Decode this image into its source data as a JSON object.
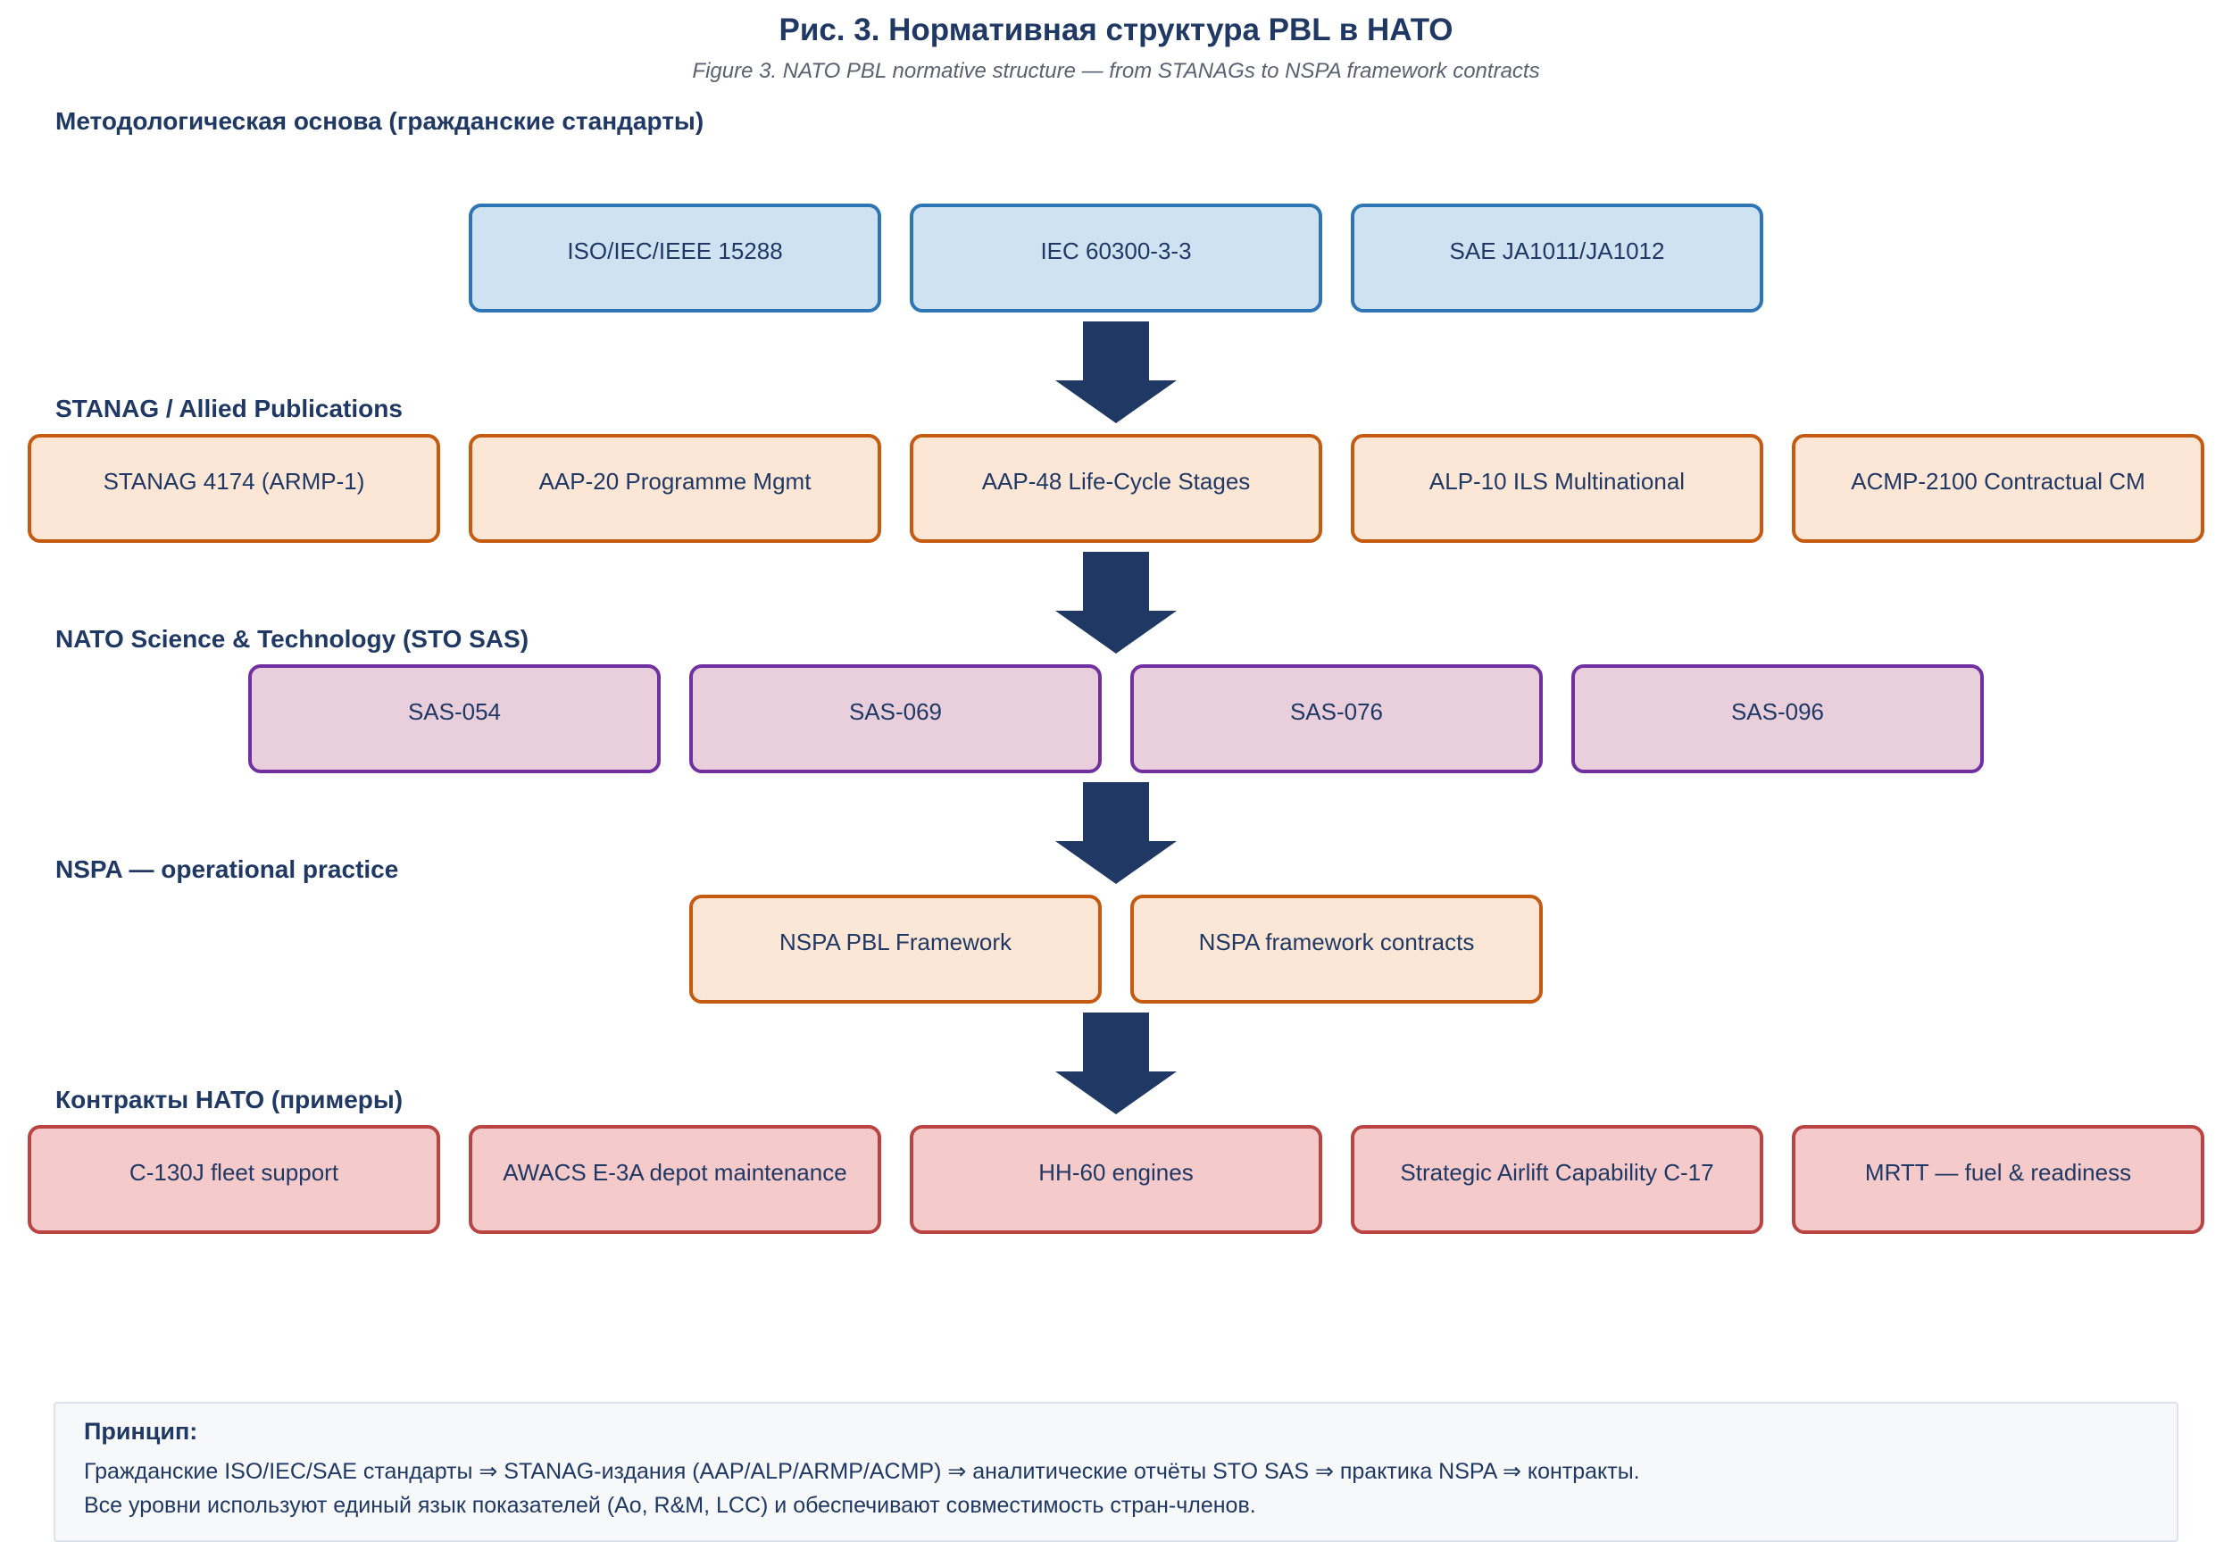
{
  "title": "Рис. 3. Нормативная структура PBL в НАТО",
  "subtitle": "Figure 3. NATO PBL normative structure — from STANAGs to NSPA framework contracts",
  "colors": {
    "navy": "#1f3864",
    "subtitle_gray": "#5a6170",
    "arrow": "#1f3864",
    "blue_fill": "#cfe2f2",
    "blue_border": "#2e75b6",
    "orange_fill": "#fce6d5",
    "orange_border": "#c55a11",
    "purple_fill": "#e9cfdc",
    "purple_border": "#7030a0",
    "red_fill": "#f4caca",
    "red_border": "#b94442",
    "principle_bg": "#f6f8fa",
    "principle_border": "#dde3ec"
  },
  "sections": [
    {
      "header": "Методологическая основа (гражданские стандарты)",
      "level_style": "blue",
      "boxes": [
        "ISO/IEC/IEEE 15288",
        "IEC 60300-3-3",
        "SAE JA1011/JA1012"
      ]
    },
    {
      "header": "STANAG / Allied Publications",
      "level_style": "orange",
      "boxes": [
        "STANAG 4174 (ARMP-1)",
        "AAP-20 Programme Mgmt",
        "AAP-48 Life-Cycle Stages",
        "ALP-10 ILS Multinational",
        "ACMP-2100 Contractual CM"
      ]
    },
    {
      "header": "NATO Science & Technology (STO SAS)",
      "level_style": "purple",
      "boxes": [
        "SAS-054",
        "SAS-069",
        "SAS-076",
        "SAS-096"
      ]
    },
    {
      "header": "NSPA — operational practice",
      "level_style": "orange",
      "boxes": [
        "NSPA PBL Framework",
        "NSPA framework contracts"
      ]
    },
    {
      "header": "Контракты НАТО (примеры)",
      "level_style": "red",
      "boxes": [
        "C-130J fleet support",
        "AWACS E-3A depot maintenance",
        "HH-60 engines",
        "Strategic Airlift Capability C-17",
        "MRTT — fuel & readiness"
      ]
    }
  ],
  "principle": {
    "label": "Принцип:",
    "lines": [
      "Гражданские ISO/IEC/SAE стандарты ⇒ STANAG-издания (AAP/ALP/ARMP/ACMP) ⇒ аналитические отчёты STO SAS ⇒ практика NSPA ⇒ контракты.",
      "Все уровни используют единый язык показателей (Ao, R&M, LCC) и обеспечивают совместимость стран-членов."
    ]
  }
}
